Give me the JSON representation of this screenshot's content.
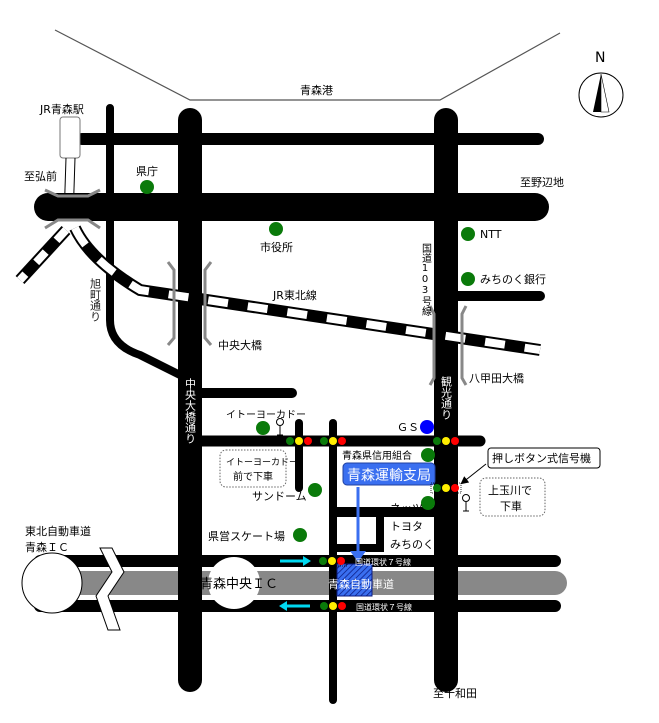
{
  "labels": {
    "port": "青森港",
    "north": "N",
    "jr_station": "JR青森駅",
    "to_hirosaki": "至弘前",
    "to_noheji": "至野辺地",
    "pref_office": "県庁",
    "city_hall": "市役所",
    "ntt": "NTT",
    "michinoku_bank": "みちのく銀行",
    "route103": "国道103号線",
    "asahi_st": "旭町通り",
    "jr_tohoku": "JR東北線",
    "chuo_bridge": "中央大橋",
    "hakkoda_bridge": "八甲田大橋",
    "chuo_bridge_st": "中央大橋通り",
    "kanko_st": "観光通り",
    "ito_yokado": "イトーヨーカドー",
    "gs": "ＧＳ",
    "shinyo": "青森県信用組合",
    "office": "青森運輸支局",
    "push_signal": "押しボタン式信号機",
    "ito_stop": [
      "イトーヨーカドー",
      "前で下車"
    ],
    "kamitamagawa_stop": [
      "上玉川で",
      "下車"
    ],
    "sundome": "サンドーム",
    "netz": [
      "ネッツ",
      "トヨタ",
      "みちのく"
    ],
    "skate": "県営スケート場",
    "tohoku_ic": [
      "東北自動車道",
      "青森ＩＣ"
    ],
    "ring7_top": "国道環状７号線",
    "ring7_bottom": "国道環状７号線",
    "chuo_ic": "青森中央ＩＣ",
    "expressway": "青森自動車道",
    "to_towada": "至十和田"
  },
  "colors": {
    "poi": "#0a7a0a",
    "gs": "#0000ff",
    "office": "#3a6ff0",
    "arrow": "#00d8f0",
    "highway": "#888888"
  }
}
